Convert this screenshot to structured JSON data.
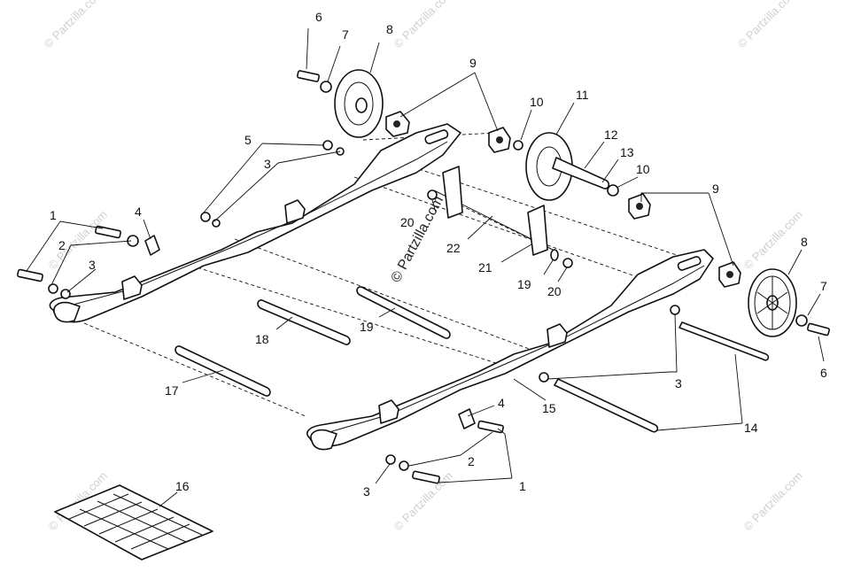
{
  "diagram": {
    "callouts": {
      "c1a": "1",
      "c2a": "2",
      "c3a": "3",
      "c4a": "4",
      "c5": "5",
      "c3b": "3",
      "c6a": "6",
      "c7a": "7",
      "c8a": "8",
      "c9a": "9",
      "c10a": "10",
      "c11": "11",
      "c12": "12",
      "c13": "13",
      "c10b": "10",
      "c9b": "9",
      "c8b": "8",
      "c7b": "7",
      "c6b": "6",
      "c20a": "20",
      "c22": "22",
      "c21": "21",
      "c19a": "19",
      "c20b": "20",
      "c18": "18",
      "c19b": "19",
      "c17": "17",
      "c3c": "3",
      "c15": "15",
      "c14": "14",
      "c4b": "4",
      "c2b": "2",
      "c3d": "3",
      "c1b": "1",
      "c16": "16"
    },
    "watermark_center": "© Partzilla.com",
    "watermark_text": "© Partzilla.com"
  }
}
